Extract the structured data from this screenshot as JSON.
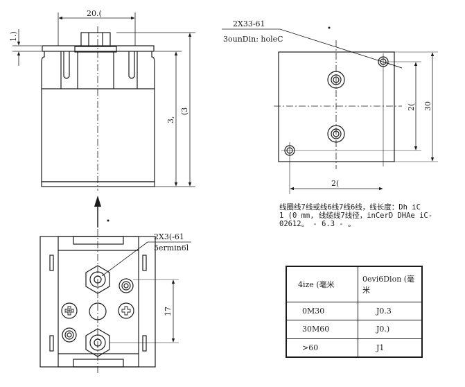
{
  "front_view": {
    "width_dim": "20.(",
    "height_dim_inner": "3,",
    "height_dim_outer": "(3",
    "top_dim": "1.)"
  },
  "top_view": {
    "callout_line1": "2X33-61",
    "callout_line2": "3ounDin: holeC",
    "height_dim_outer": "30",
    "height_dim_inner": "2(",
    "width_dim": "2("
  },
  "bottom_view": {
    "callout_line1": "2X3(-61",
    "callout_line2": "5ermin6l",
    "height_dim": "17"
  },
  "note": {
    "line1": "线圈线7线或线6线7线6线，线长度：Dh iC",
    "line2": "1 (0 mm, 线缆线7线径，inCerD DHAe iC-",
    "line3": "02612。 - 6.3 - 。"
  },
  "table": {
    "header_col1": "4ize (毫米",
    "header_col2": "0evi6Dion (毫米",
    "rows": [
      {
        "size": "0M30",
        "dev": "J0.3"
      },
      {
        "size": "30M60",
        "dev": "J0.)"
      },
      {
        "size": ">60",
        "dev": "J1"
      }
    ]
  }
}
